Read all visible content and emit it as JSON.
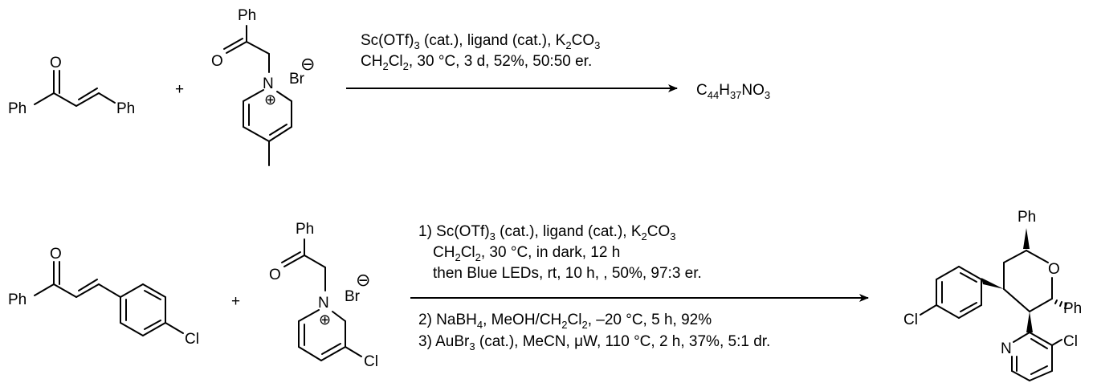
{
  "reaction1": {
    "sm1": {
      "o": "O",
      "ph_left": "Ph",
      "ph_right": "Ph"
    },
    "plus": "+",
    "sm2": {
      "ph": "Ph",
      "o": "O",
      "n": "N",
      "br": "Br",
      "anion": "⊖",
      "cation": "⊕"
    },
    "conditions": {
      "line1": [
        "Sc(OTf)",
        "3",
        " (cat.), ligand (cat.), K",
        "2",
        "CO",
        "3"
      ],
      "line2": [
        "CH",
        "2",
        "Cl",
        "2",
        ", 30 °C, 3 d, 52%, 50:50 er."
      ]
    },
    "product": [
      "C",
      "44",
      "H",
      "37",
      "NO",
      "3"
    ]
  },
  "reaction2": {
    "sm1": {
      "o": "O",
      "ph": "Ph",
      "cl": "Cl"
    },
    "plus": "+",
    "sm2": {
      "ph": "Ph",
      "o": "O",
      "n": "N",
      "br": "Br",
      "anion": "⊖",
      "cation": "⊕",
      "cl": "Cl"
    },
    "conditions": {
      "line1": [
        "1) Sc(OTf)",
        "3",
        " (cat.), ligand (cat.), K",
        "2",
        "CO",
        "3"
      ],
      "line2": [
        "CH",
        "2",
        "Cl",
        "2",
        ", 30 °C, in dark, 12 h"
      ],
      "line3": "then  Blue LEDs, rt, 10 h, , 50%, 97:3 er.",
      "line4": [
        "2) NaBH",
        "4",
        ", MeOH/CH",
        "2",
        "Cl",
        "2",
        ", –20 °C, 5 h, 92%"
      ],
      "line5": [
        "3) AuBr",
        "3",
        " (cat.), MeCN, μW, 110 °C, 2 h, 37%, 5:1 dr."
      ]
    },
    "product": {
      "ph_top": "Ph",
      "o": "O",
      "ph_right": "Ph",
      "cl_left": "Cl",
      "n": "N",
      "cl_right": "Cl"
    }
  }
}
